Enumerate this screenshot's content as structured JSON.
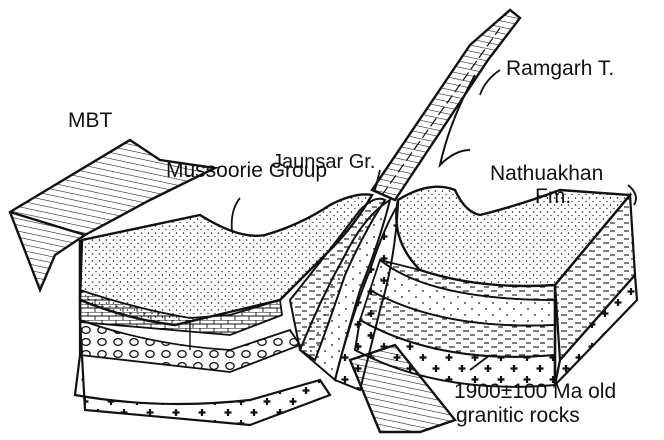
{
  "labels": {
    "mbt": "MBT",
    "ramgarh": "Ramgarh T.",
    "jaunsar": "Jaunsar Gr.",
    "mussoorie": "Mussoorie Group",
    "nathuakhan_1": "Nathuakhan",
    "nathuakhan_2": "Fm.",
    "granite_1": "1900±100 Ma old",
    "granite_2": "granitic rocks"
  },
  "colors": {
    "ink": "#111111",
    "paper": "#ffffff"
  }
}
